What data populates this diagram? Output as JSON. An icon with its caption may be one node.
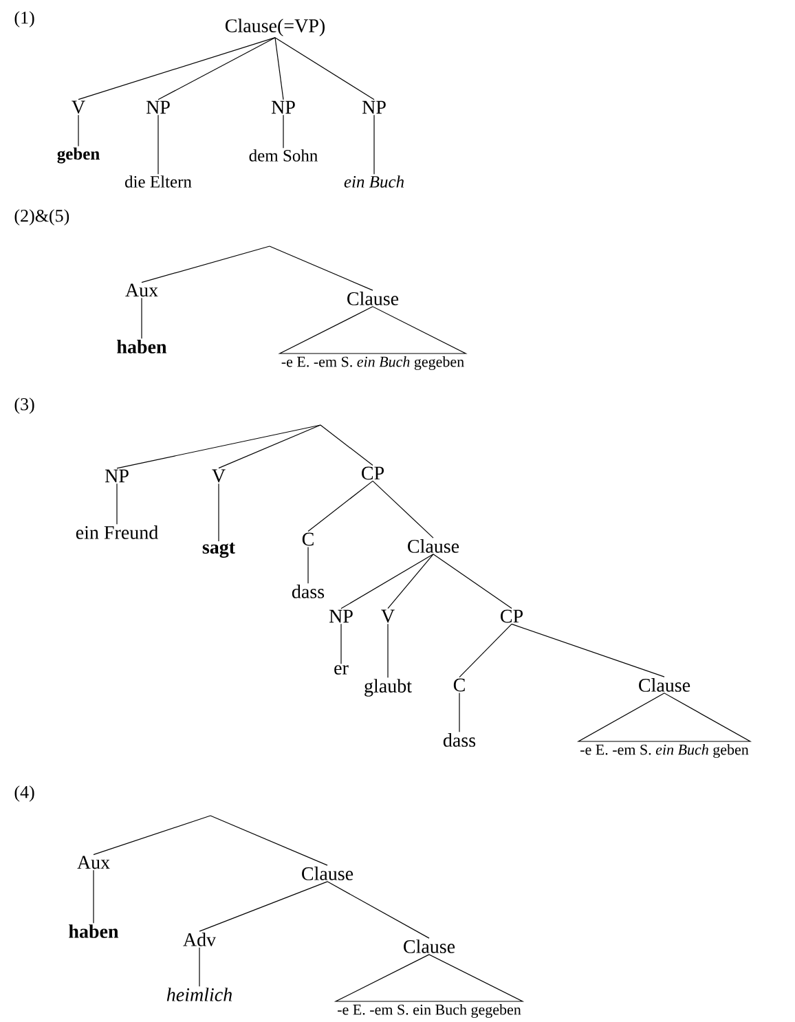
{
  "diagram": {
    "nodes": [
      {
        "text": [
          "Clause(=VP)"
        ]
      },
      {
        "text": [
          "V"
        ]
      },
      {
        "text": [
          "NP"
        ]
      },
      {
        "text": [
          "NP"
        ]
      },
      {
        "text": [
          "NP"
        ]
      },
      {
        "text": [
          "geben"
        ]
      },
      {
        "text": [
          "die Eltern"
        ]
      },
      {
        "text": [
          "dem Sohn"
        ]
      },
      {
        "text": [
          "ein Buch"
        ]
      },
      {
        "text": [
          "Aux"
        ]
      },
      {
        "text": [
          "Clause"
        ]
      },
      {
        "text": [
          "haben"
        ]
      },
      {
        "text": [
          "-e E. -em S. *ein Buch* gegeben"
        ]
      },
      {
        "text": [
          "NP"
        ]
      },
      {
        "text": [
          "V"
        ]
      },
      {
        "text": [
          "CP"
        ]
      },
      {
        "text": [
          "ein Freund"
        ]
      },
      {
        "text": [
          "sagt"
        ]
      },
      {
        "text": [
          "C"
        ]
      },
      {
        "text": [
          "Clause"
        ]
      },
      {
        "text": [
          "dass"
        ]
      },
      {
        "text": [
          "NP"
        ]
      },
      {
        "text": [
          "V"
        ]
      },
      {
        "text": [
          "CP"
        ]
      },
      {
        "text": [
          "er"
        ]
      },
      {
        "text": [
          "glaubt"
        ]
      },
      {
        "text": [
          "C"
        ]
      },
      {
        "text": [
          "Clause"
        ]
      },
      {
        "text": [
          "dass"
        ]
      },
      {
        "text": [
          "-e E. -em S. *ein Buch* geben"
        ]
      },
      {
        "text": [
          "Aux"
        ]
      },
      {
        "text": [
          "Clause"
        ]
      },
      {
        "text": [
          "haben"
        ]
      },
      {
        "text": [
          "Adv"
        ]
      },
      {
        "text": [
          "Clause"
        ]
      },
      {
        "text": [
          "heimlich"
        ]
      },
      {
        "text": [
          "-e E. -em S. ein Buch gegeben"
        ]
      }
    ],
    "edges": [
      {
        "from": 0,
        "to": 1,
        "arrow": "none"
      },
      {
        "from": 0,
        "to": 2,
        "arrow": "none"
      },
      {
        "from": 0,
        "to": 3,
        "arrow": "none"
      },
      {
        "from": 0,
        "to": 4,
        "arrow": "none"
      },
      {
        "from": 1,
        "to": 5,
        "arrow": "none"
      },
      {
        "from": 2,
        "to": 6,
        "arrow": "none"
      },
      {
        "from": 3,
        "to": 7,
        "arrow": "none"
      },
      {
        "from": 4,
        "to": 8,
        "arrow": "none"
      },
      {
        "from": null,
        "to": 9,
        "arrow": "none"
      },
      {
        "from": null,
        "to": 10,
        "arrow": "none"
      },
      {
        "from": 9,
        "to": 11,
        "arrow": "none"
      },
      {
        "from": 10,
        "to": 12,
        "arrow": "none"
      },
      {
        "from": null,
        "to": 13,
        "arrow": "none"
      },
      {
        "from": null,
        "to": 14,
        "arrow": "none"
      },
      {
        "from": null,
        "to": 15,
        "arrow": "none"
      },
      {
        "from": 13,
        "to": 16,
        "arrow": "none"
      },
      {
        "from": 14,
        "to": 17,
        "arrow": "none"
      },
      {
        "from": 15,
        "to": 18,
        "arrow": "none"
      },
      {
        "from": 15,
        "to": 19,
        "arrow": "none"
      },
      {
        "from": 18,
        "to": 20,
        "arrow": "none"
      },
      {
        "from": 19,
        "to": 21,
        "arrow": "none"
      },
      {
        "from": 19,
        "to": 22,
        "arrow": "none"
      },
      {
        "from": 19,
        "to": 23,
        "arrow": "none"
      },
      {
        "from": 21,
        "to": 24,
        "arrow": "none"
      },
      {
        "from": 22,
        "to": 25,
        "arrow": "none"
      },
      {
        "from": 23,
        "to": 26,
        "arrow": "none"
      },
      {
        "from": 23,
        "to": 27,
        "arrow": "none"
      },
      {
        "from": 26,
        "to": 28,
        "arrow": "none"
      },
      {
        "from": 27,
        "to": 29,
        "arrow": "none"
      },
      {
        "from": null,
        "to": 30,
        "arrow": "none"
      },
      {
        "from": null,
        "to": 31,
        "arrow": "none"
      },
      {
        "from": 30,
        "to": 32,
        "arrow": "none"
      },
      {
        "from": 31,
        "to": 33,
        "arrow": "none"
      },
      {
        "from": 31,
        "to": 34,
        "arrow": "none"
      },
      {
        "from": 33,
        "to": 35,
        "arrow": "none"
      },
      {
        "from": 34,
        "to": 36,
        "arrow": "none"
      }
    ],
    "labels": [
      "(1)",
      "(2)&(5)",
      "(3)",
      "(4)"
    ]
  }
}
